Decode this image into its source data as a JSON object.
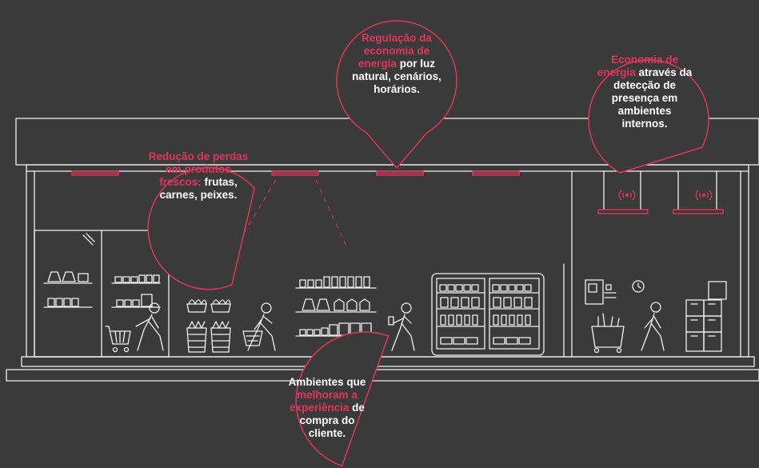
{
  "callouts": {
    "fresh_products": {
      "accent": "Redução de perdas em produtos frescos:",
      "text": "frutas, carnes, peixes."
    },
    "natural_light": {
      "accent": "Regulação da economia de energia",
      "text": "por luz natural, cenários, horários."
    },
    "presence_detection": {
      "accent": "Economia de energia",
      "text": "através da detecção de presença em ambientes internos."
    },
    "customer_experience": {
      "text_before": "Ambientes que",
      "accent": "melhoram a experiência",
      "text_after": "de compra do cliente."
    }
  },
  "colors": {
    "background": "#3a3a3a",
    "line": "#f2f2f2",
    "accent": "#e0355f"
  }
}
